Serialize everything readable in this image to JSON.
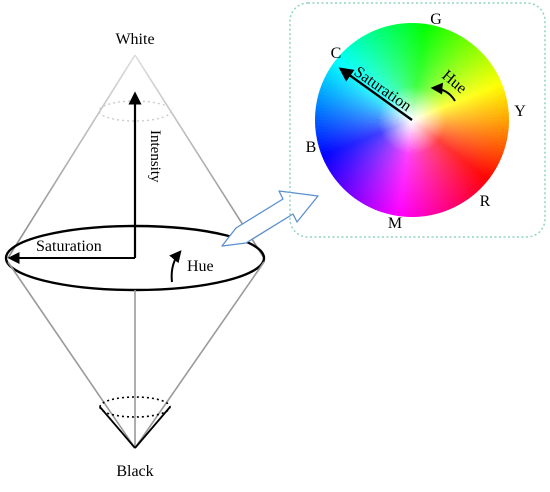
{
  "cone": {
    "top_label": "White",
    "bottom_label": "Black",
    "intensity_label": "Intensity",
    "saturation_label": "Saturation",
    "hue_label": "Hue"
  },
  "wheel": {
    "saturation_label": "Saturation",
    "hue_label": "Hue",
    "color_labels": {
      "green": "G",
      "yellow": "Y",
      "red": "R",
      "magenta": "M",
      "blue": "B",
      "cyan": "C"
    }
  },
  "colors": {
    "cone_line": "#999999",
    "cone_line_light": "#cccccc",
    "frame_border": "#8fd4c4",
    "callout_arrow": "#5b8fd0",
    "ink": "#000000"
  }
}
